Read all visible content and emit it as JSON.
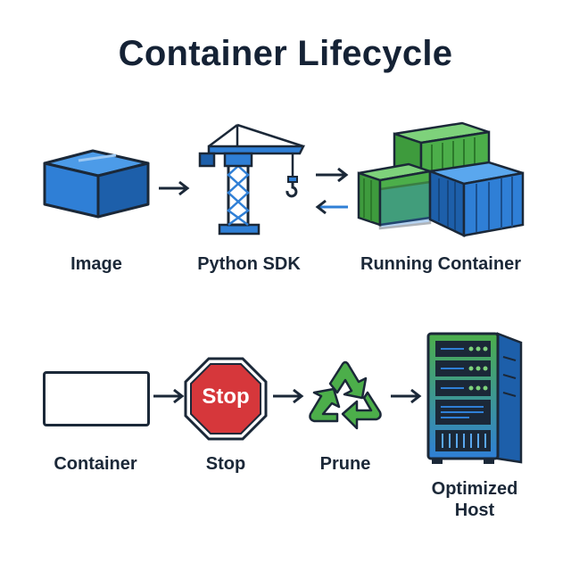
{
  "title": "Container Lifecycle",
  "row1": {
    "image": {
      "label": "Image",
      "icon": "box-icon"
    },
    "sdk": {
      "label": "Python SDK",
      "icon": "crane-icon"
    },
    "running": {
      "label": "Running Container",
      "icon": "shipping-containers-icon"
    }
  },
  "row2": {
    "container": {
      "label": "Container",
      "icon": "empty-rectangle-icon"
    },
    "stop": {
      "label": "Stop",
      "sign_text": "Stop",
      "icon": "stop-sign-icon"
    },
    "prune": {
      "label": "Prune",
      "icon": "recycle-icon"
    },
    "host": {
      "label_line1": "Optimized",
      "label_line2": "Host",
      "icon": "server-rack-icon"
    }
  },
  "colors": {
    "blue": "#2f7fd6",
    "dark_blue": "#1d5faa",
    "green": "#4cae4a",
    "red": "#d6373b",
    "outline": "#1b2838"
  }
}
